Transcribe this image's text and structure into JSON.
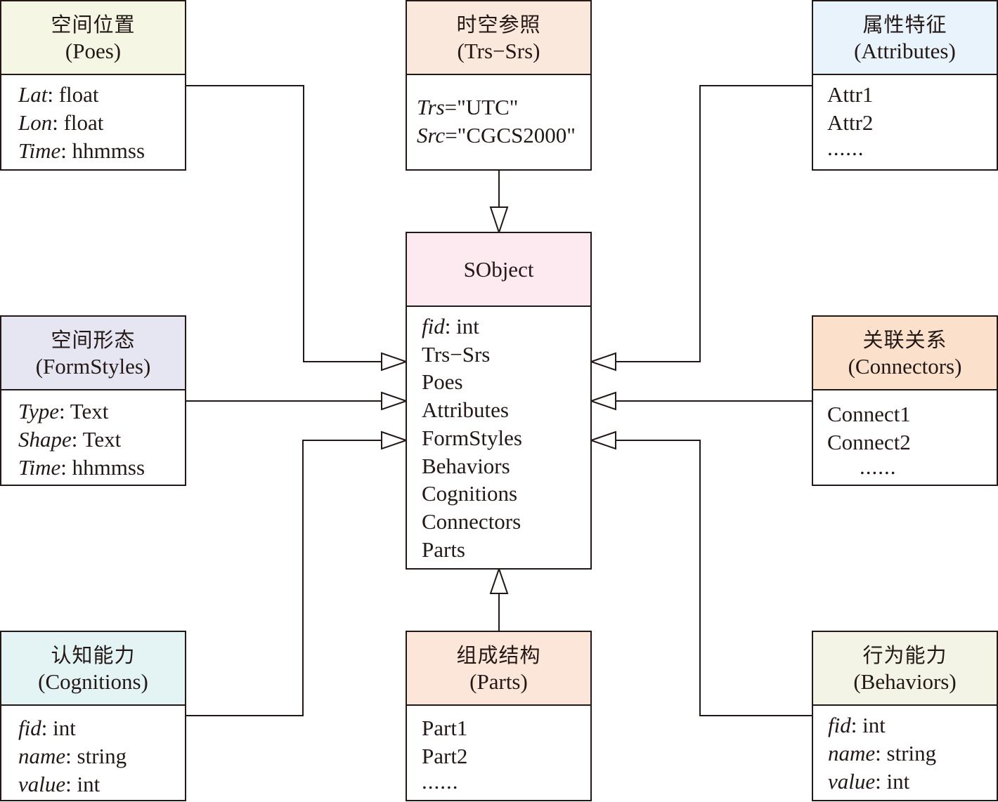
{
  "diagram": {
    "center": {
      "title": "SObject",
      "fields": [
        {
          "name": "fid",
          "type": ": int",
          "italic": true
        },
        {
          "name": "Trs−Srs",
          "type": "",
          "italic": false
        },
        {
          "name": "Poes",
          "type": "",
          "italic": false
        },
        {
          "name": "Attributes",
          "type": "",
          "italic": false
        },
        {
          "name": "FormStyles",
          "type": "",
          "italic": false
        },
        {
          "name": "Behaviors",
          "type": "",
          "italic": false
        },
        {
          "name": "Cognitions",
          "type": "",
          "italic": false
        },
        {
          "name": "Connectors",
          "type": "",
          "italic": false
        },
        {
          "name": "Parts",
          "type": "",
          "italic": false
        }
      ],
      "header_color": "#fdeaf0"
    },
    "poes": {
      "cn": "空间位置",
      "en": "(Poes)",
      "header_color": "#f5f7e4",
      "fields": [
        {
          "name": "Lat",
          "type": ": float"
        },
        {
          "name": "Lon",
          "type": ": float"
        },
        {
          "name": "Time",
          "type": ": hhmmss"
        }
      ]
    },
    "trs": {
      "cn": "时空参照",
      "en": "(Trs−Srs)",
      "header_color": "#fbe8dc",
      "fields": [
        {
          "name": "Trs",
          "type": "=\"UTC\""
        },
        {
          "name": "Src",
          "type": "=\"CGCS2000\""
        }
      ]
    },
    "attributes": {
      "cn": "属性特征",
      "en": "(Attributes)",
      "header_color": "#e9f3fb",
      "items": [
        "Attr1",
        "Attr2",
        "......"
      ]
    },
    "formstyles": {
      "cn": "空间形态",
      "en": "(FormStyles)",
      "header_color": "#e6e5f2",
      "fields": [
        {
          "name": "Type",
          "type": ": Text"
        },
        {
          "name": "Shape",
          "type": ": Text"
        },
        {
          "name": "Time",
          "type": ": hhmmss"
        }
      ]
    },
    "connectors": {
      "cn": "关联关系",
      "en": "(Connectors)",
      "header_color": "#fbe1cc",
      "items": [
        "Connect1",
        "Connect2",
        "......"
      ]
    },
    "cognitions": {
      "cn": "认知能力",
      "en": "(Cognitions)",
      "header_color": "#e4f3f4",
      "fields": [
        {
          "name": "fid",
          "type": ": int"
        },
        {
          "name": "name",
          "type": ": string"
        },
        {
          "name": "value",
          "type": ": int"
        }
      ]
    },
    "parts": {
      "cn": "组成结构",
      "en": "(Parts)",
      "header_color": "#fce6da",
      "items": [
        "Part1",
        "Part2",
        "......"
      ]
    },
    "behaviors": {
      "cn": "行为能力",
      "en": "(Behaviors)",
      "header_color": "#f3f4e6",
      "fields": [
        {
          "name": "fid",
          "type": ": int"
        },
        {
          "name": "name",
          "type": ": string"
        },
        {
          "name": "value",
          "type": ": int"
        }
      ]
    }
  }
}
